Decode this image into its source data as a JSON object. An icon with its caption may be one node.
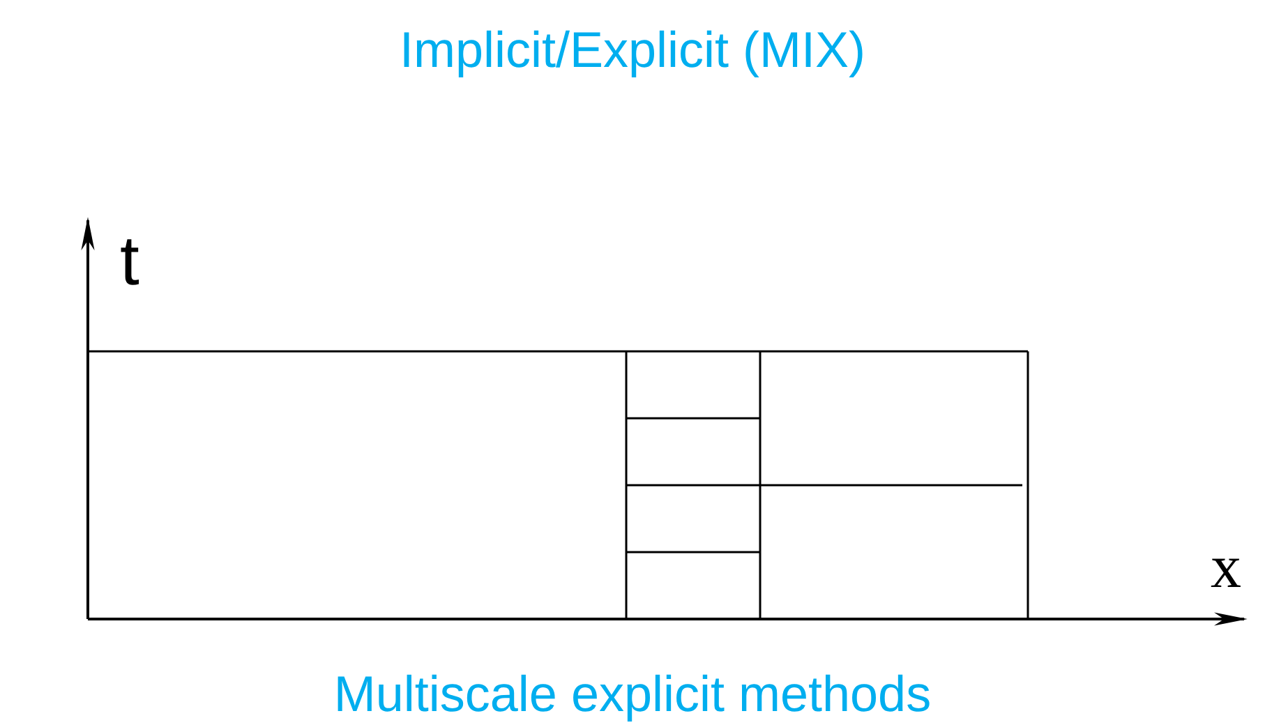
{
  "diagram": {
    "title": "Implicit/Explicit (MIX)",
    "caption": "Multiscale explicit methods",
    "labels": [
      "t",
      "x"
    ]
  }
}
